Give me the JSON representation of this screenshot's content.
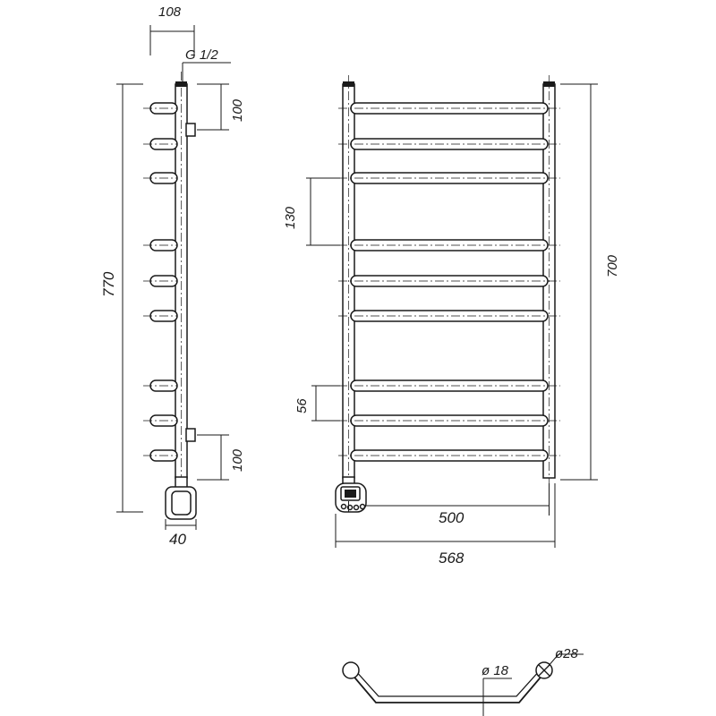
{
  "side_view": {
    "width_label": "108",
    "thread_label": "G 1/2",
    "top_offset_label": "100",
    "height_label": "770",
    "bottom_offset_label": "100",
    "depth_label": "40"
  },
  "front_view": {
    "spacing_top_label": "130",
    "spacing_bottom_label": "56",
    "height_label": "700",
    "center_width_label": "500",
    "total_width_label": "568"
  },
  "top_view": {
    "tube_diameter_label": "ø 18",
    "post_diameter_label": "ø28"
  }
}
